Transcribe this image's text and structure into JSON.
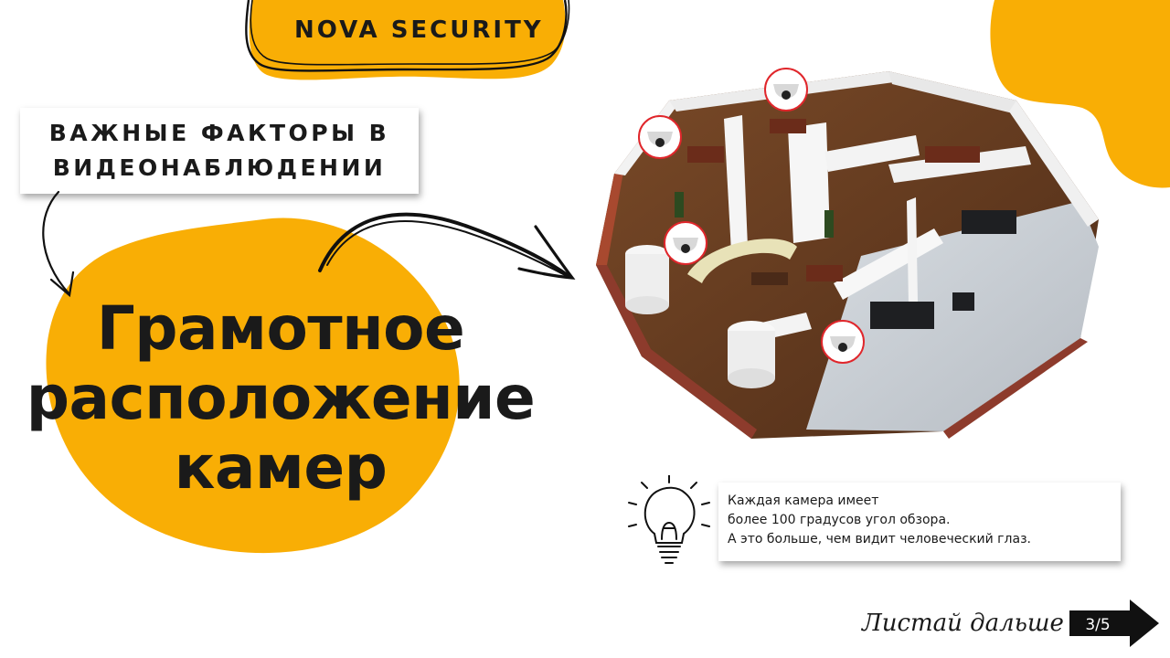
{
  "brand": {
    "name": "NOVA SECURITY"
  },
  "factor_card": {
    "line1": "ВАЖНЫЕ ФАКТОРЫ В",
    "line2": "ВИДЕОНАБЛЮДЕНИИ"
  },
  "headline": {
    "line1": "Грамотное",
    "line2": "расположение",
    "line3": "камер"
  },
  "tip": {
    "line1": "Каждая камера имеет",
    "line2": "более 100 градусов угол обзора.",
    "line3": "А это больше, чем видит человеческий глаз."
  },
  "navigation": {
    "next_label": "Листай дальше",
    "page_indicator": "3/5"
  },
  "colors": {
    "accent": "#F9AE05",
    "text": "#1A1A1A",
    "camera_ring": "#E0262B"
  },
  "icons": [
    "curved-arrow-icon",
    "lightbulb-icon",
    "security-camera-icon",
    "next-arrow-icon"
  ]
}
